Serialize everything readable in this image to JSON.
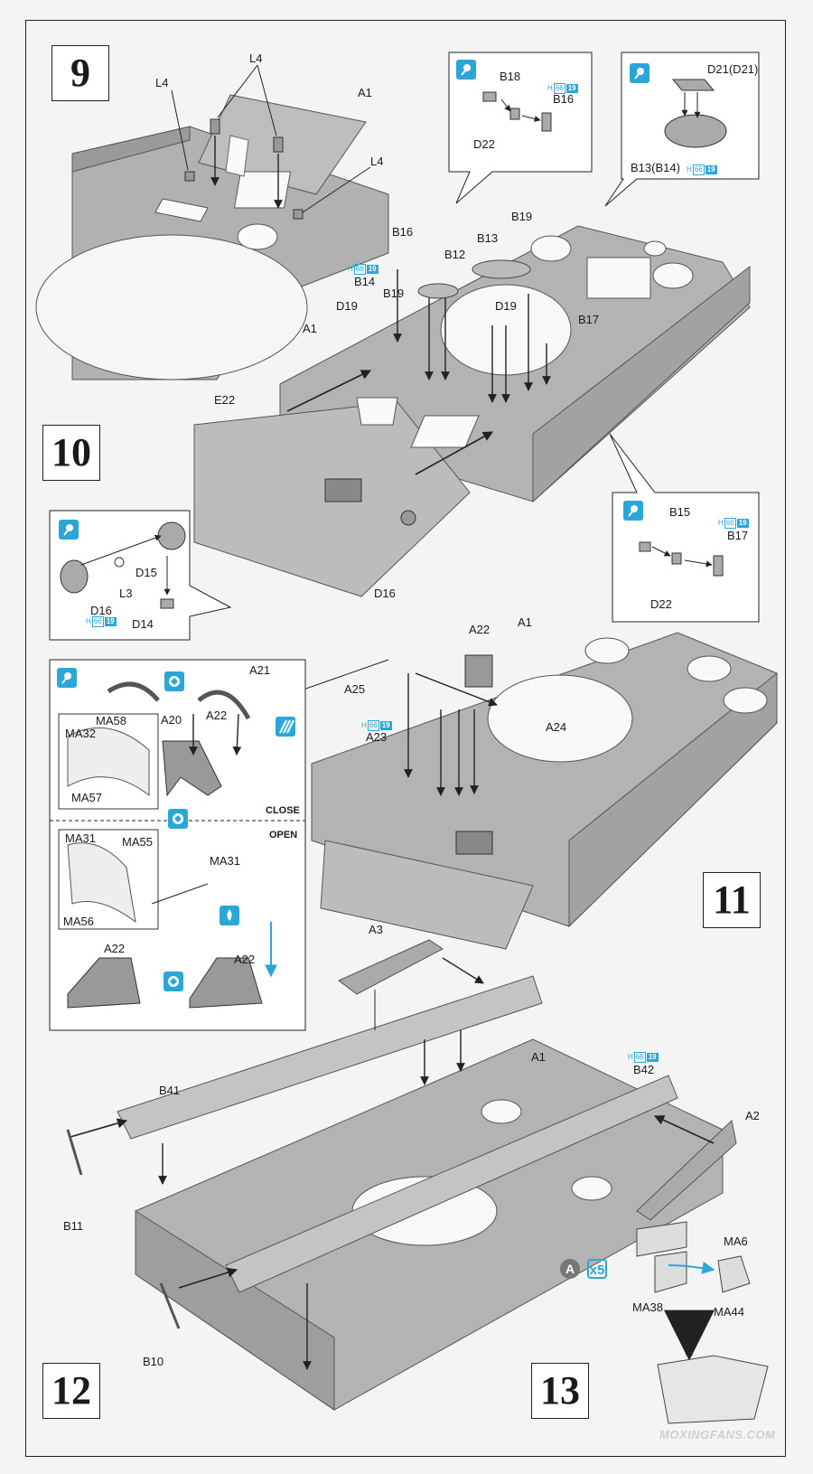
{
  "steps": {
    "s9": "9",
    "s10": "10",
    "s11": "11",
    "s12": "12",
    "s13": "13"
  },
  "labels": {
    "A1_9": "A1",
    "L4_a": "L4",
    "L4_b": "L4",
    "L4_c": "L4",
    "B18": "B18",
    "B16_i": "B16",
    "D22_i": "D22",
    "D21": "D21(D21)",
    "B13B14": "B13(B14)",
    "B16": "B16",
    "B12": "B12",
    "B13": "B13",
    "B19_a": "B19",
    "B14": "B14",
    "B19_b": "B19",
    "D19_a": "D19",
    "D19_b": "D19",
    "B17": "B17",
    "A1_10": "A1",
    "E22": "E22",
    "D16": "D16",
    "B15": "B15",
    "B17_i": "B17",
    "D22_i2": "D22",
    "D15": "D15",
    "L3": "L3",
    "D16_i": "D16",
    "D14": "D14",
    "A22_11": "A22",
    "A1_11": "A1",
    "A25": "A25",
    "A23": "A23",
    "A24": "A24",
    "A21": "A21",
    "A20": "A20",
    "A22_i": "A22",
    "MA32": "MA32",
    "MA58": "MA58",
    "MA57": "MA57",
    "close": "CLOSE",
    "open": "OPEN",
    "MA31": "MA31",
    "MA55": "MA55",
    "MA56": "MA56",
    "MA31_b": "MA31",
    "A22_i2": "A22",
    "A22_i3": "A22",
    "A3": "A3",
    "A1_12": "A1",
    "B42": "B42",
    "B41": "B41",
    "A2": "A2",
    "B11": "B11",
    "B10": "B10",
    "MA6": "MA6",
    "MA38": "MA38",
    "MA44": "MA44",
    "badgeA": "A",
    "x5": "x5"
  },
  "paint_badge": {
    "h": "H",
    "code": "66",
    "num": "19"
  },
  "watermark": "MOXINGFANS.COM",
  "colors": {
    "part": "#a8a8a8",
    "part_dark": "#8e8e8e",
    "part_light": "#c4c4c4",
    "accent": "#2aa6d9",
    "line": "#222222"
  }
}
